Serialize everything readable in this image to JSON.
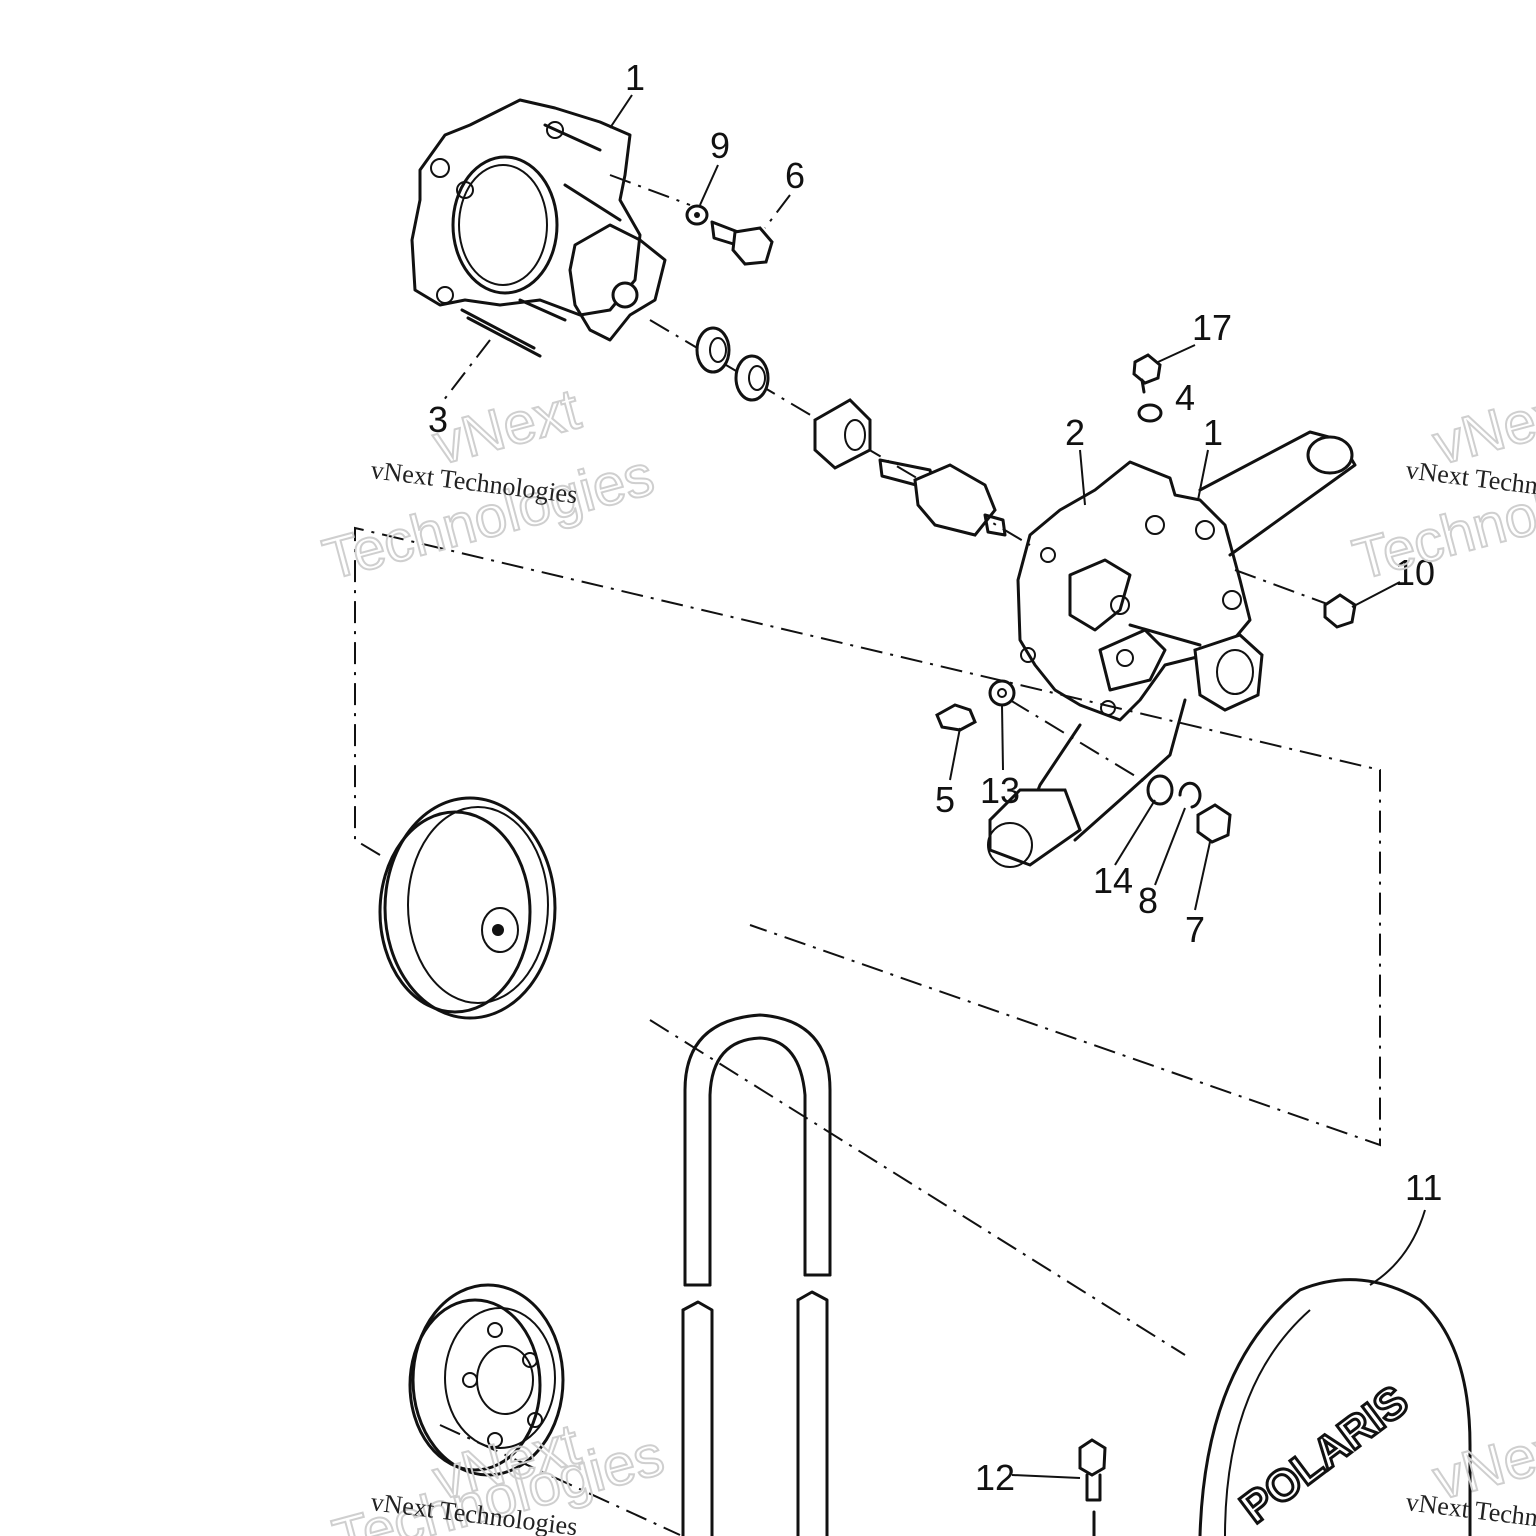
{
  "callouts": {
    "c1_top": "1",
    "c9": "9",
    "c6": "6",
    "c3": "3",
    "c17": "17",
    "c4": "4",
    "c2": "2",
    "c1_right": "1",
    "c10": "10",
    "c5": "5",
    "c13": "13",
    "c14": "14",
    "c8": "8",
    "c7": "7",
    "c11": "11",
    "c12": "12"
  },
  "watermark": {
    "line1": "vNext",
    "line2": "Technologies",
    "caption": "vNext Technologies"
  },
  "cover_logo": "POLARIS"
}
